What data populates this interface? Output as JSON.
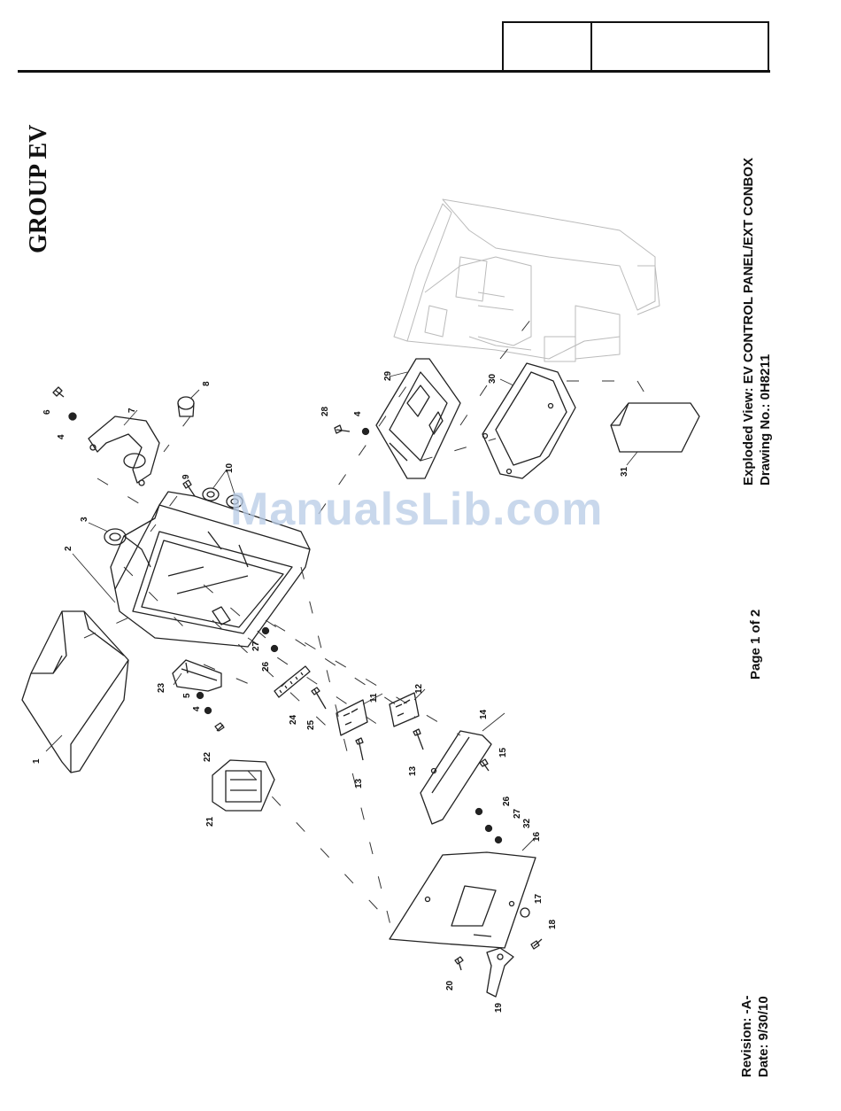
{
  "header": {
    "box_left": "",
    "box_right": ""
  },
  "group_label": "GROUP EV",
  "title_block": {
    "title": "Exploded View: EV CONTROL PANEL/EXT CONBOX",
    "drawing_no": "Drawing No.: 0H8211"
  },
  "page_label": "Page 1 of 2",
  "revision": {
    "revision": "Revision: -A-",
    "date": "Date: 9/30/10"
  },
  "watermark": "ManualsLib.com",
  "callouts": [
    "1",
    "2",
    "3",
    "4",
    "6",
    "7",
    "8",
    "9",
    "10",
    "23",
    "5",
    "4",
    "22",
    "21",
    "27",
    "26",
    "24",
    "25",
    "11",
    "12",
    "13",
    "13",
    "14",
    "15",
    "26",
    "27",
    "32",
    "16",
    "17",
    "18",
    "20",
    "19",
    "28",
    "4",
    "29",
    "30",
    "31"
  ]
}
